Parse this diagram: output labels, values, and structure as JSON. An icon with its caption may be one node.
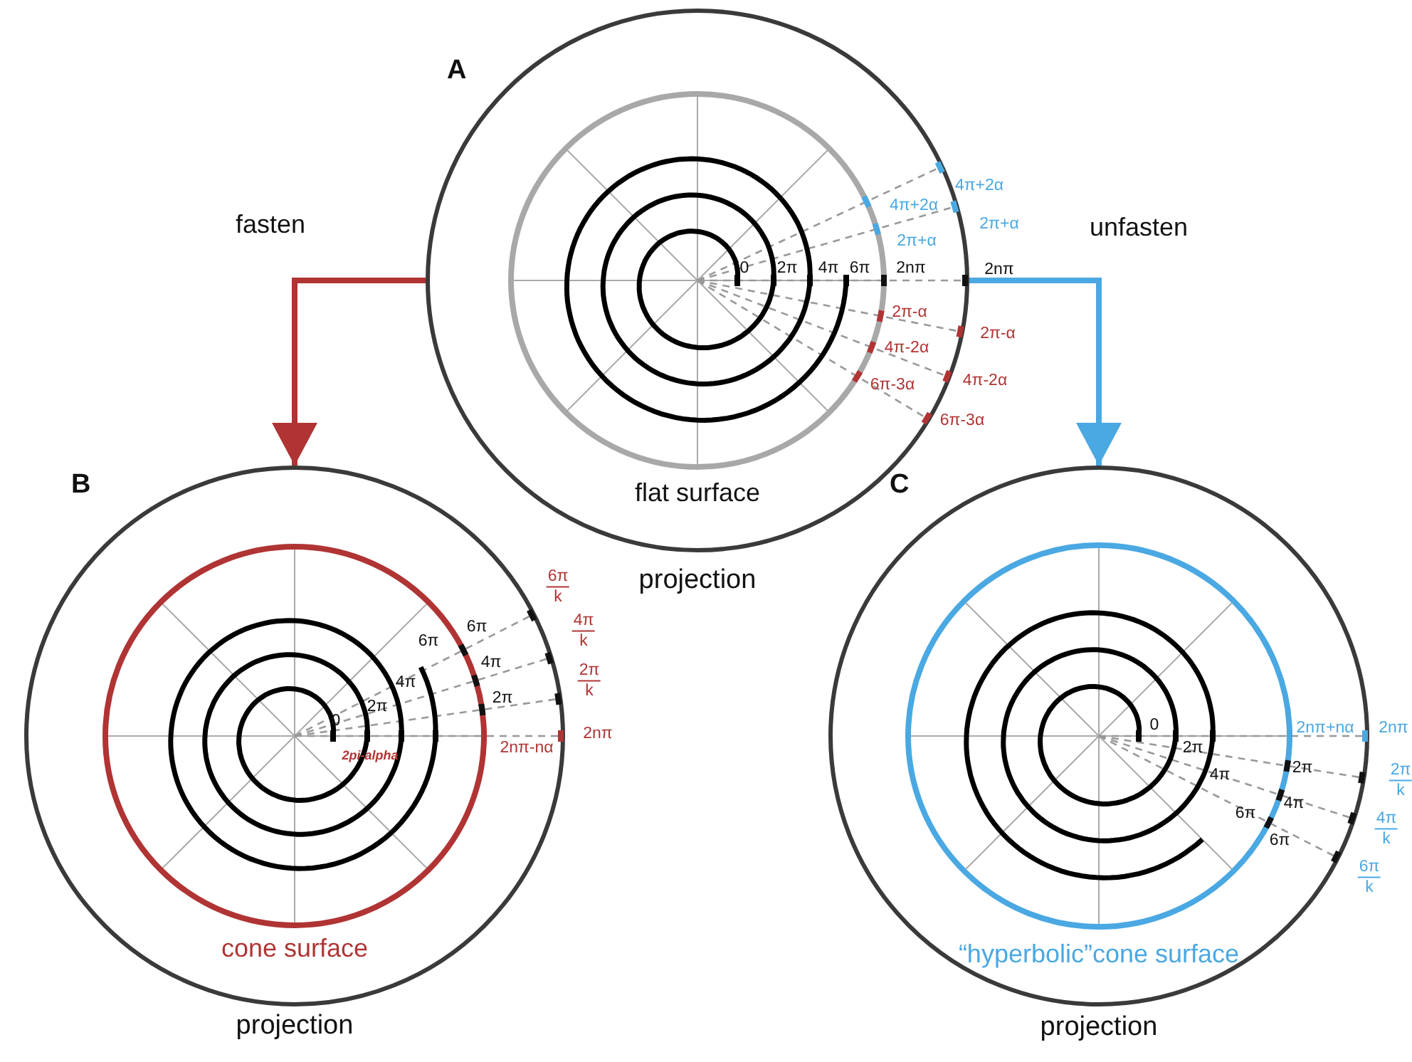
{
  "diagram": {
    "nodes": [
      {
        "text": [
          "A",
          "flat surface"
        ],
        "beside": [
          "projection"
        ]
      },
      {
        "text": [
          "B",
          "cone surface"
        ],
        "beside": [
          "projection"
        ]
      },
      {
        "text": [
          "C",
          "“hyperbolic”cone surface"
        ],
        "beside": [
          "projection"
        ]
      }
    ],
    "edges": [
      {
        "from": 0,
        "to": 1,
        "arrow": "to",
        "label": "fasten",
        "color": "#b03434"
      },
      {
        "from": 0,
        "to": 2,
        "arrow": "to",
        "label": "unfasten",
        "color": "#4aa8e2"
      }
    ],
    "labels": [
      "4π+2α",
      "4π+2α",
      "2π+α",
      "2π+α",
      "0",
      "2π",
      "4π",
      "6π",
      "2nπ",
      "2nπ",
      "2π-α",
      "2π-α",
      "4π-2α",
      "6π-3α",
      "4π-2α",
      "6π-3α",
      "6π",
      "k",
      "6π",
      "6π",
      "4π",
      "k",
      "4π",
      "4π",
      "2π",
      "k",
      "2π",
      "2π",
      "0",
      "2pi-alpha",
      "2nπ-nα",
      "2nπ",
      "0",
      "2nπ+nα",
      "2nπ",
      "2π",
      "2π",
      "2π",
      "k",
      "4π",
      "4π",
      "4π",
      "k",
      "6π",
      "6π",
      "6π",
      "k"
    ]
  }
}
